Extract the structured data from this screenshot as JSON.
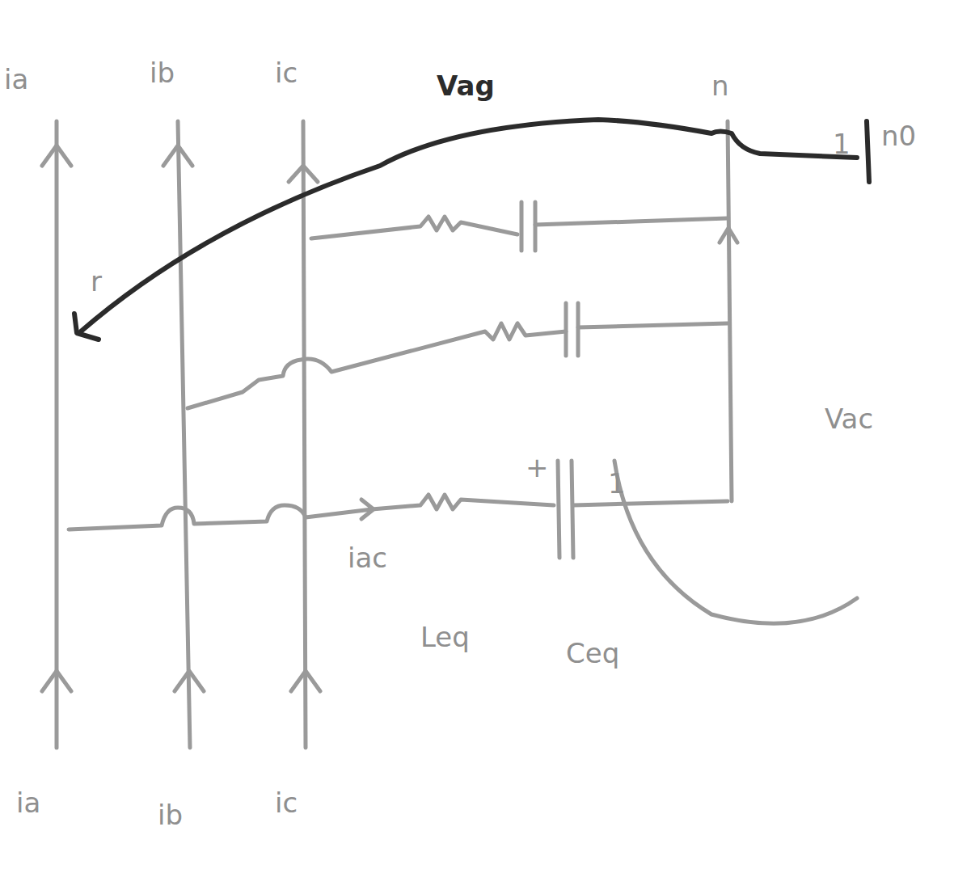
{
  "diagram": {
    "labels": [
      "ia",
      "ib",
      "ic",
      "Vag",
      "n",
      "n0",
      "1",
      "+",
      "1",
      "iac",
      "Leq",
      "Ceq",
      "Vac",
      "ia",
      "ib",
      "ic",
      "r"
    ]
  }
}
